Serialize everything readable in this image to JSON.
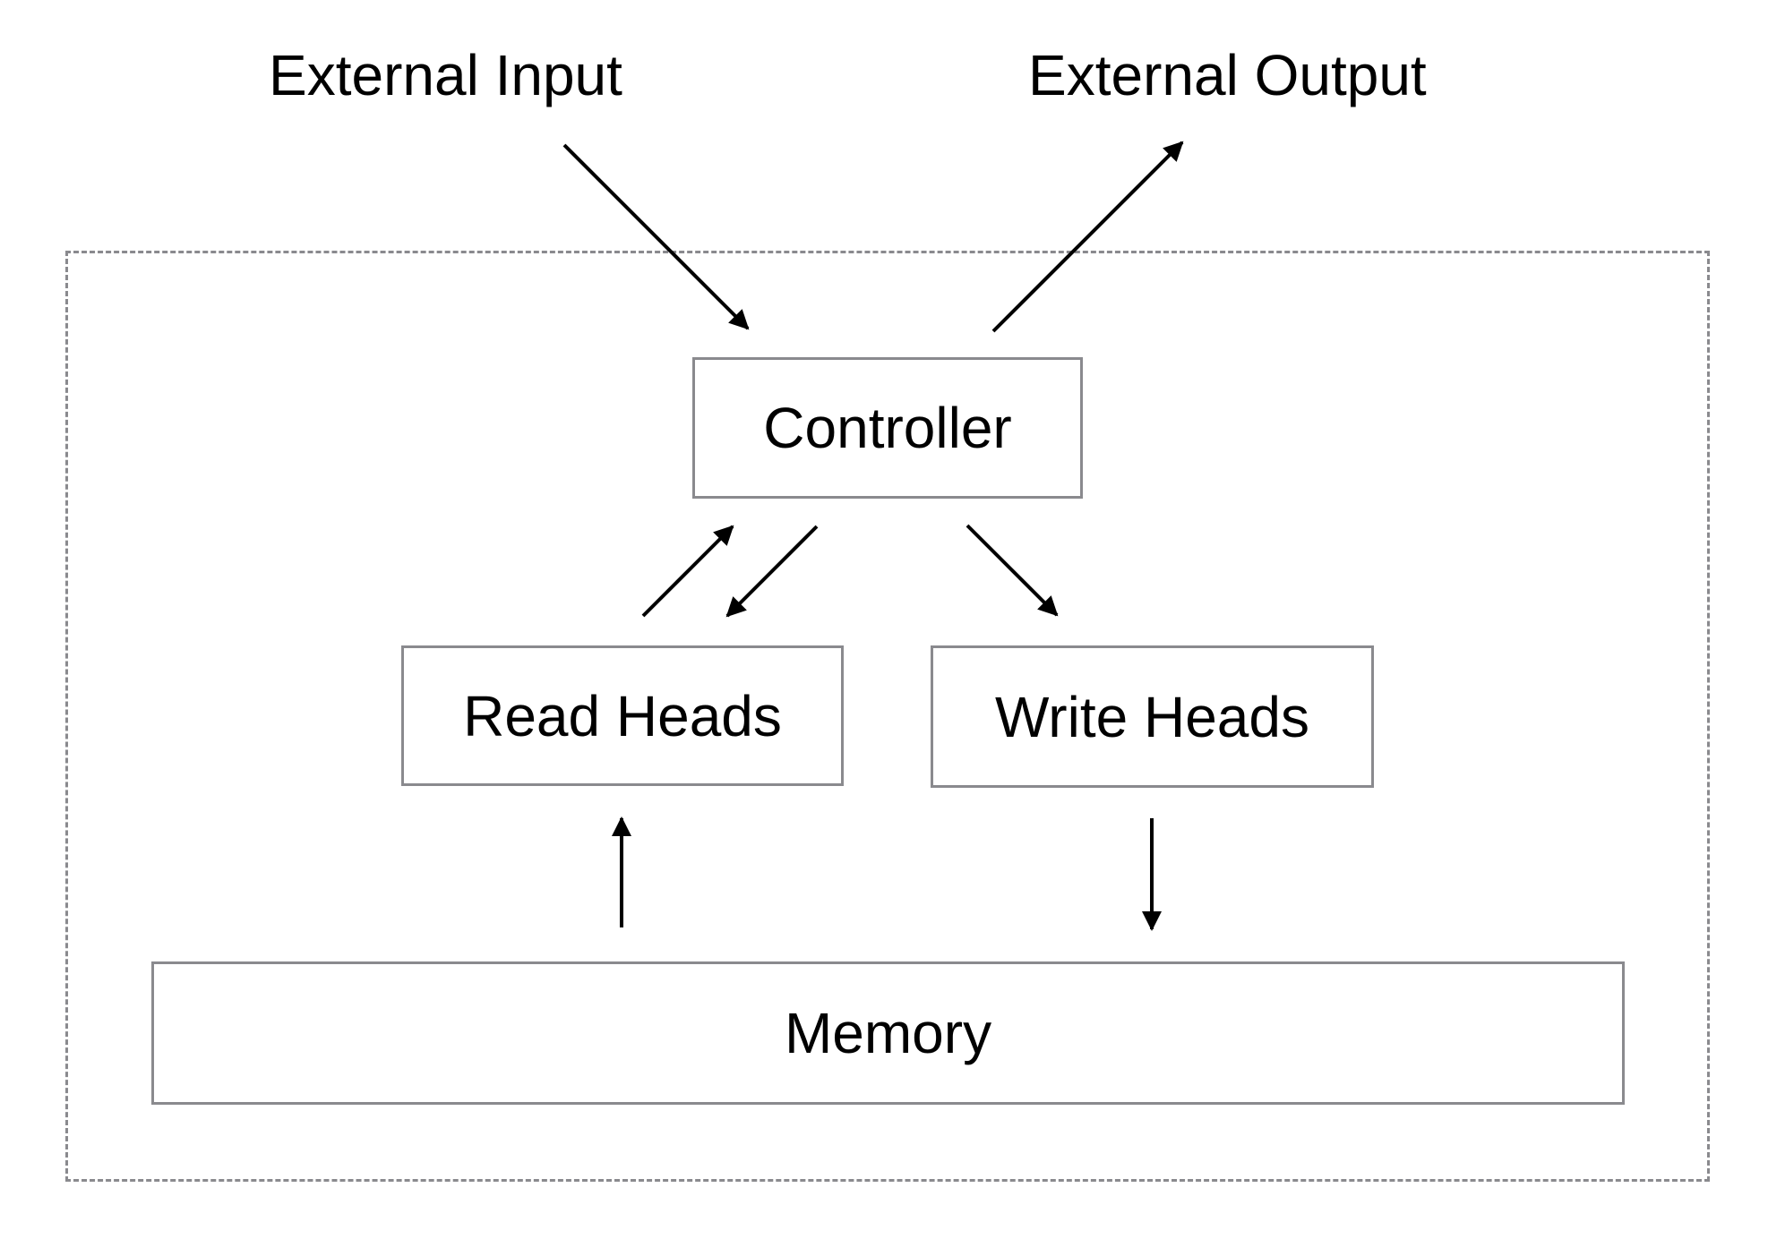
{
  "diagram": {
    "external_input_label": "External Input",
    "external_output_label": "External Output",
    "controller_label": "Controller",
    "read_heads_label": "Read Heads",
    "write_heads_label": "Write Heads",
    "memory_label": "Memory"
  },
  "colors": {
    "box_border": "#8a8a8e",
    "arrow": "#000000",
    "background": "#ffffff"
  }
}
